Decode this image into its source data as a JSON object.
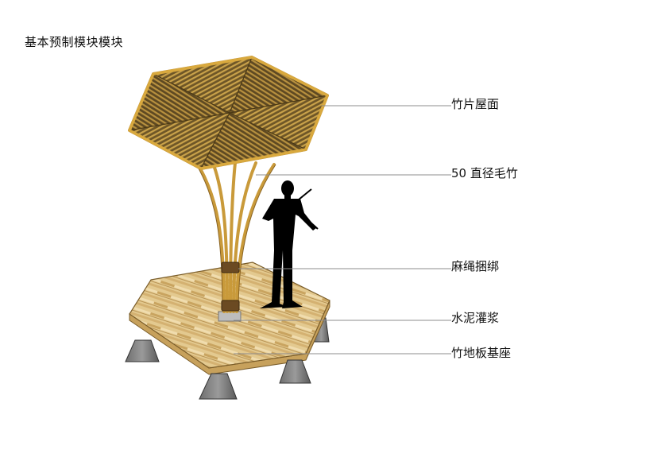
{
  "title": "基本预制模块模块",
  "callouts": [
    {
      "name": "roof-callout",
      "label": "竹片屋面"
    },
    {
      "name": "column-callout",
      "label": "50 直径毛竹"
    },
    {
      "name": "binding-callout",
      "label": "麻绳捆绑"
    },
    {
      "name": "grout-callout",
      "label": "水泥灌浆"
    },
    {
      "name": "base-callout",
      "label": "竹地板基座"
    }
  ]
}
